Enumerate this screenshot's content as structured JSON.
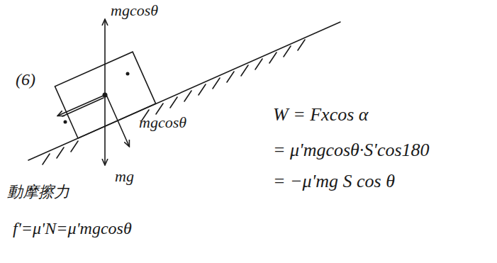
{
  "diagram": {
    "labels": [
      "(6)",
      "mgcosθ",
      "mgcosθ",
      "mg",
      "動摩擦力",
      "f'=μ'N=μ'mgcosθ",
      "W = Fxcos α",
      "= μ'mgcosθ·S'cos180",
      "= −μ'mg S cos θ"
    ]
  }
}
